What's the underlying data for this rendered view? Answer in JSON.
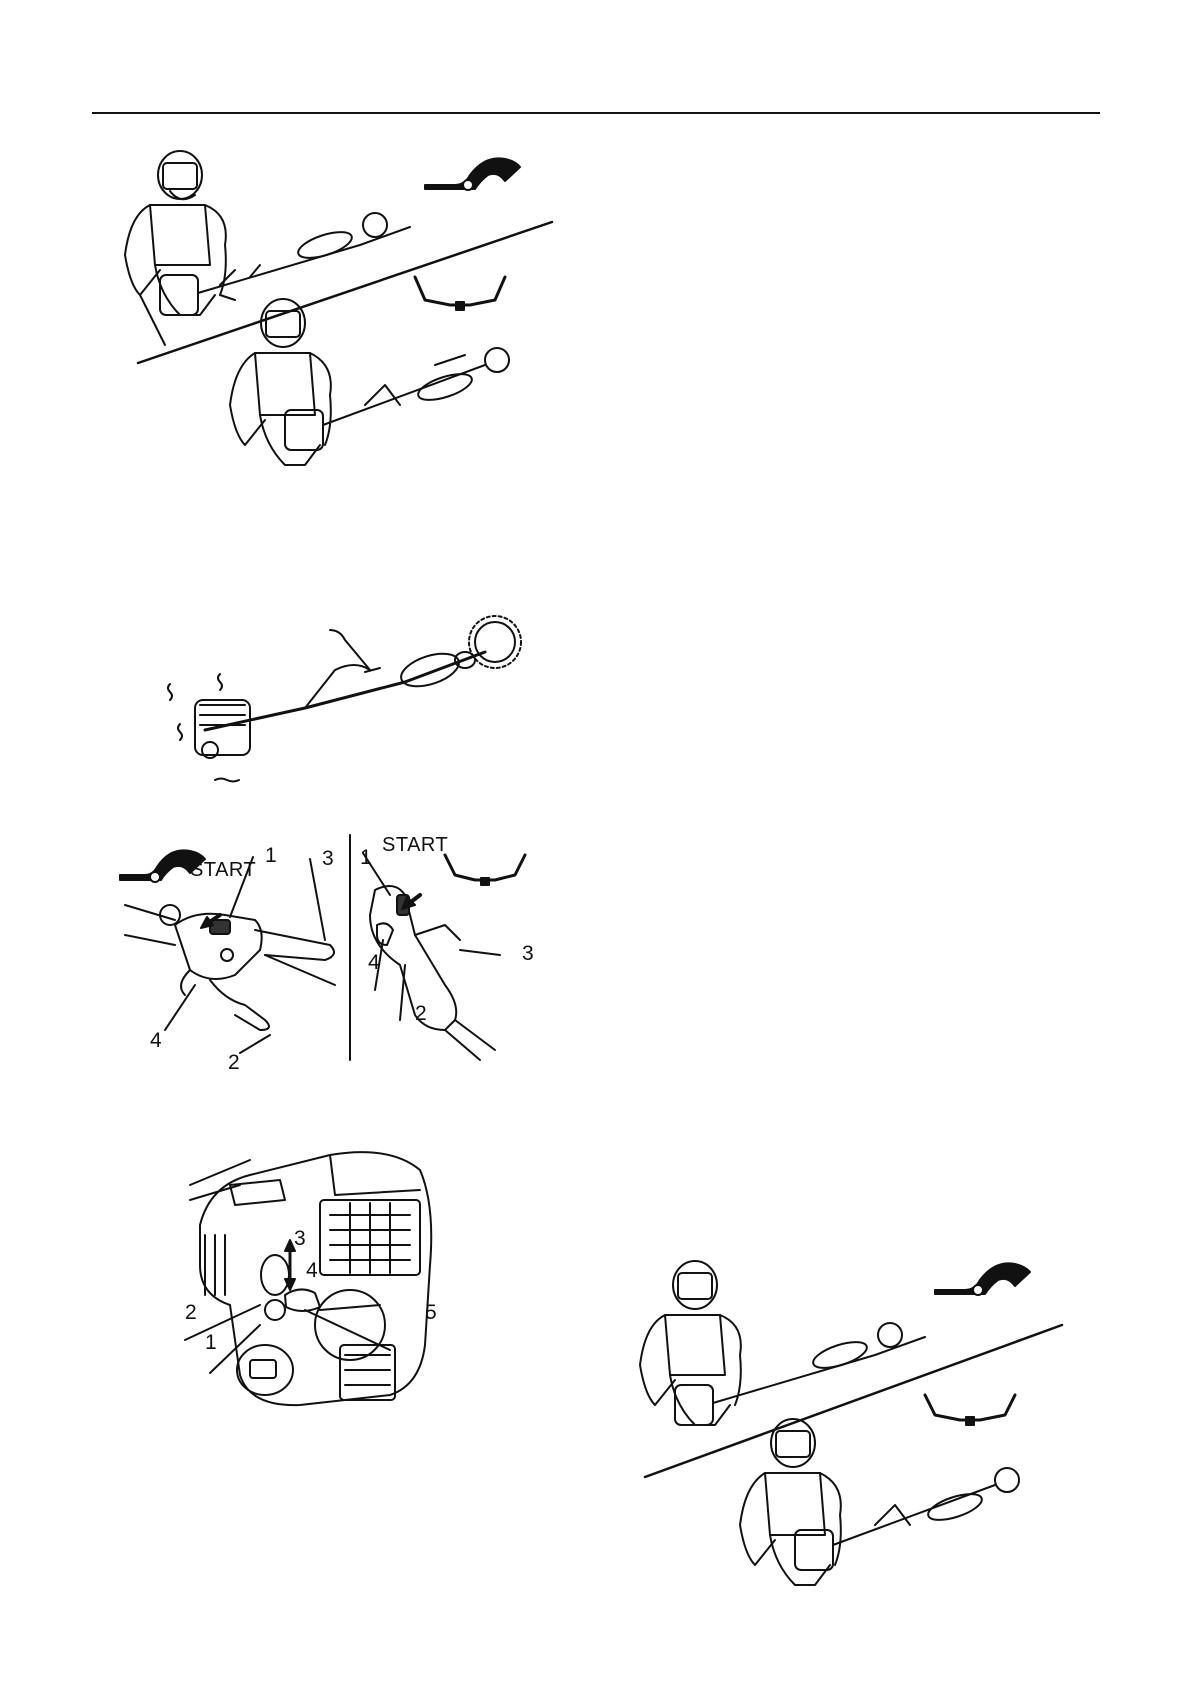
{
  "page": {
    "background": "#ffffff",
    "ink": "#111111"
  },
  "icons": {
    "loop_handle": "loop-handle-icon",
    "bike_handle": "bike-handle-icon",
    "start_arrow": "start-arrow-icon"
  },
  "fig_controls": {
    "loop": {
      "start": "START",
      "callouts": [
        "1",
        "2",
        "3",
        "4"
      ]
    },
    "bike": {
      "start": "START",
      "callouts": [
        "1",
        "2",
        "3",
        "4"
      ]
    }
  },
  "fig_engine": {
    "callouts": [
      "1",
      "2",
      "3",
      "4",
      "5"
    ]
  }
}
